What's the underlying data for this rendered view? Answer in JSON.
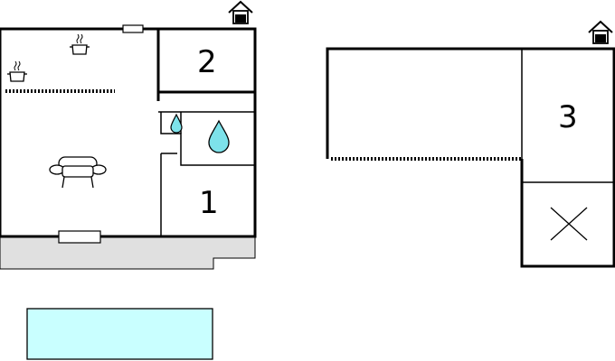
{
  "floor_plan": {
    "rooms": [
      {
        "id": "bedroom-1",
        "number": "1"
      },
      {
        "id": "bedroom-2",
        "number": "2"
      },
      {
        "id": "bedroom-3",
        "number": "3"
      }
    ],
    "colors": {
      "walls": "#000000",
      "terrace": "#e0e0e0",
      "pool": "#c9ffff",
      "water": "#7de2ea",
      "background": "#ffffff"
    },
    "icons": [
      "house-icon",
      "cooking-pot-icon",
      "armchair-icon",
      "water-drop-icon",
      "void-cross-icon"
    ]
  }
}
